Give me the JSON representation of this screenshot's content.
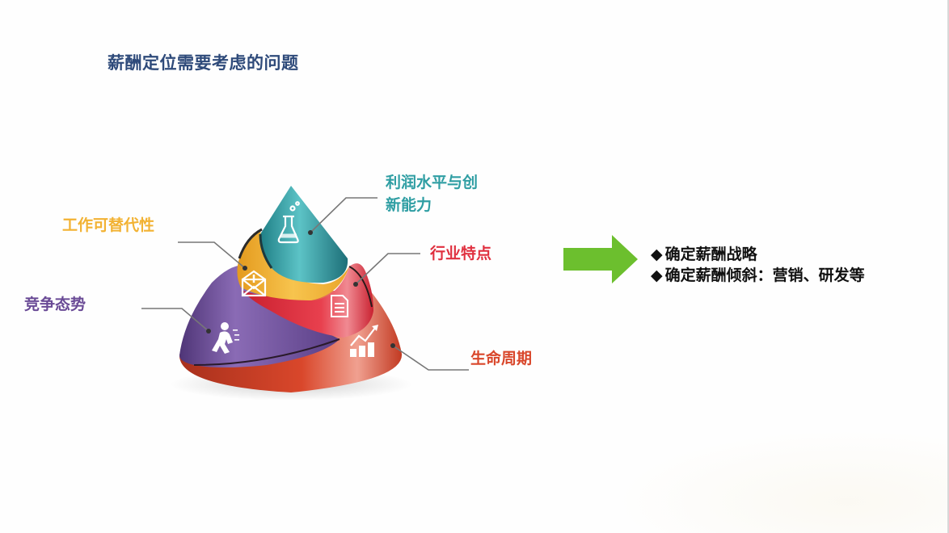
{
  "slide": {
    "title": "薪酬定位需要考虑的问题",
    "colors": {
      "title": "#2e4a7a",
      "teal": "#2f9ea3",
      "yellow": "#f2b233",
      "red": "#e0303f",
      "orange_red": "#d9472b",
      "purple": "#6a4b96",
      "green_arrow": "#6cbf2e",
      "leader_line": "#777777"
    }
  },
  "diagram": {
    "segments": [
      {
        "id": "profit",
        "label_line1": "利润水平与创",
        "label_line2": "新能力",
        "icon": "flask-icon",
        "color": "#2f9ea3"
      },
      {
        "id": "substitutability",
        "label": "工作可替代性",
        "icon": "envelope-icon",
        "color": "#f2b233"
      },
      {
        "id": "industry",
        "label": "行业特点",
        "icon": "document-icon",
        "color": "#e0303f"
      },
      {
        "id": "competition",
        "label": "竞争态势",
        "icon": "running-person-icon",
        "color": "#6a4b96"
      },
      {
        "id": "lifecycle",
        "label": "生命周期",
        "icon": "bar-chart-growth-icon",
        "color": "#d9472b"
      }
    ]
  },
  "conclusions": {
    "arrow_icon": "right-arrow-icon",
    "bullet_symbol": "◆",
    "items": [
      "确定薪酬战略",
      "确定薪酬倾斜：营销、研发等"
    ]
  }
}
